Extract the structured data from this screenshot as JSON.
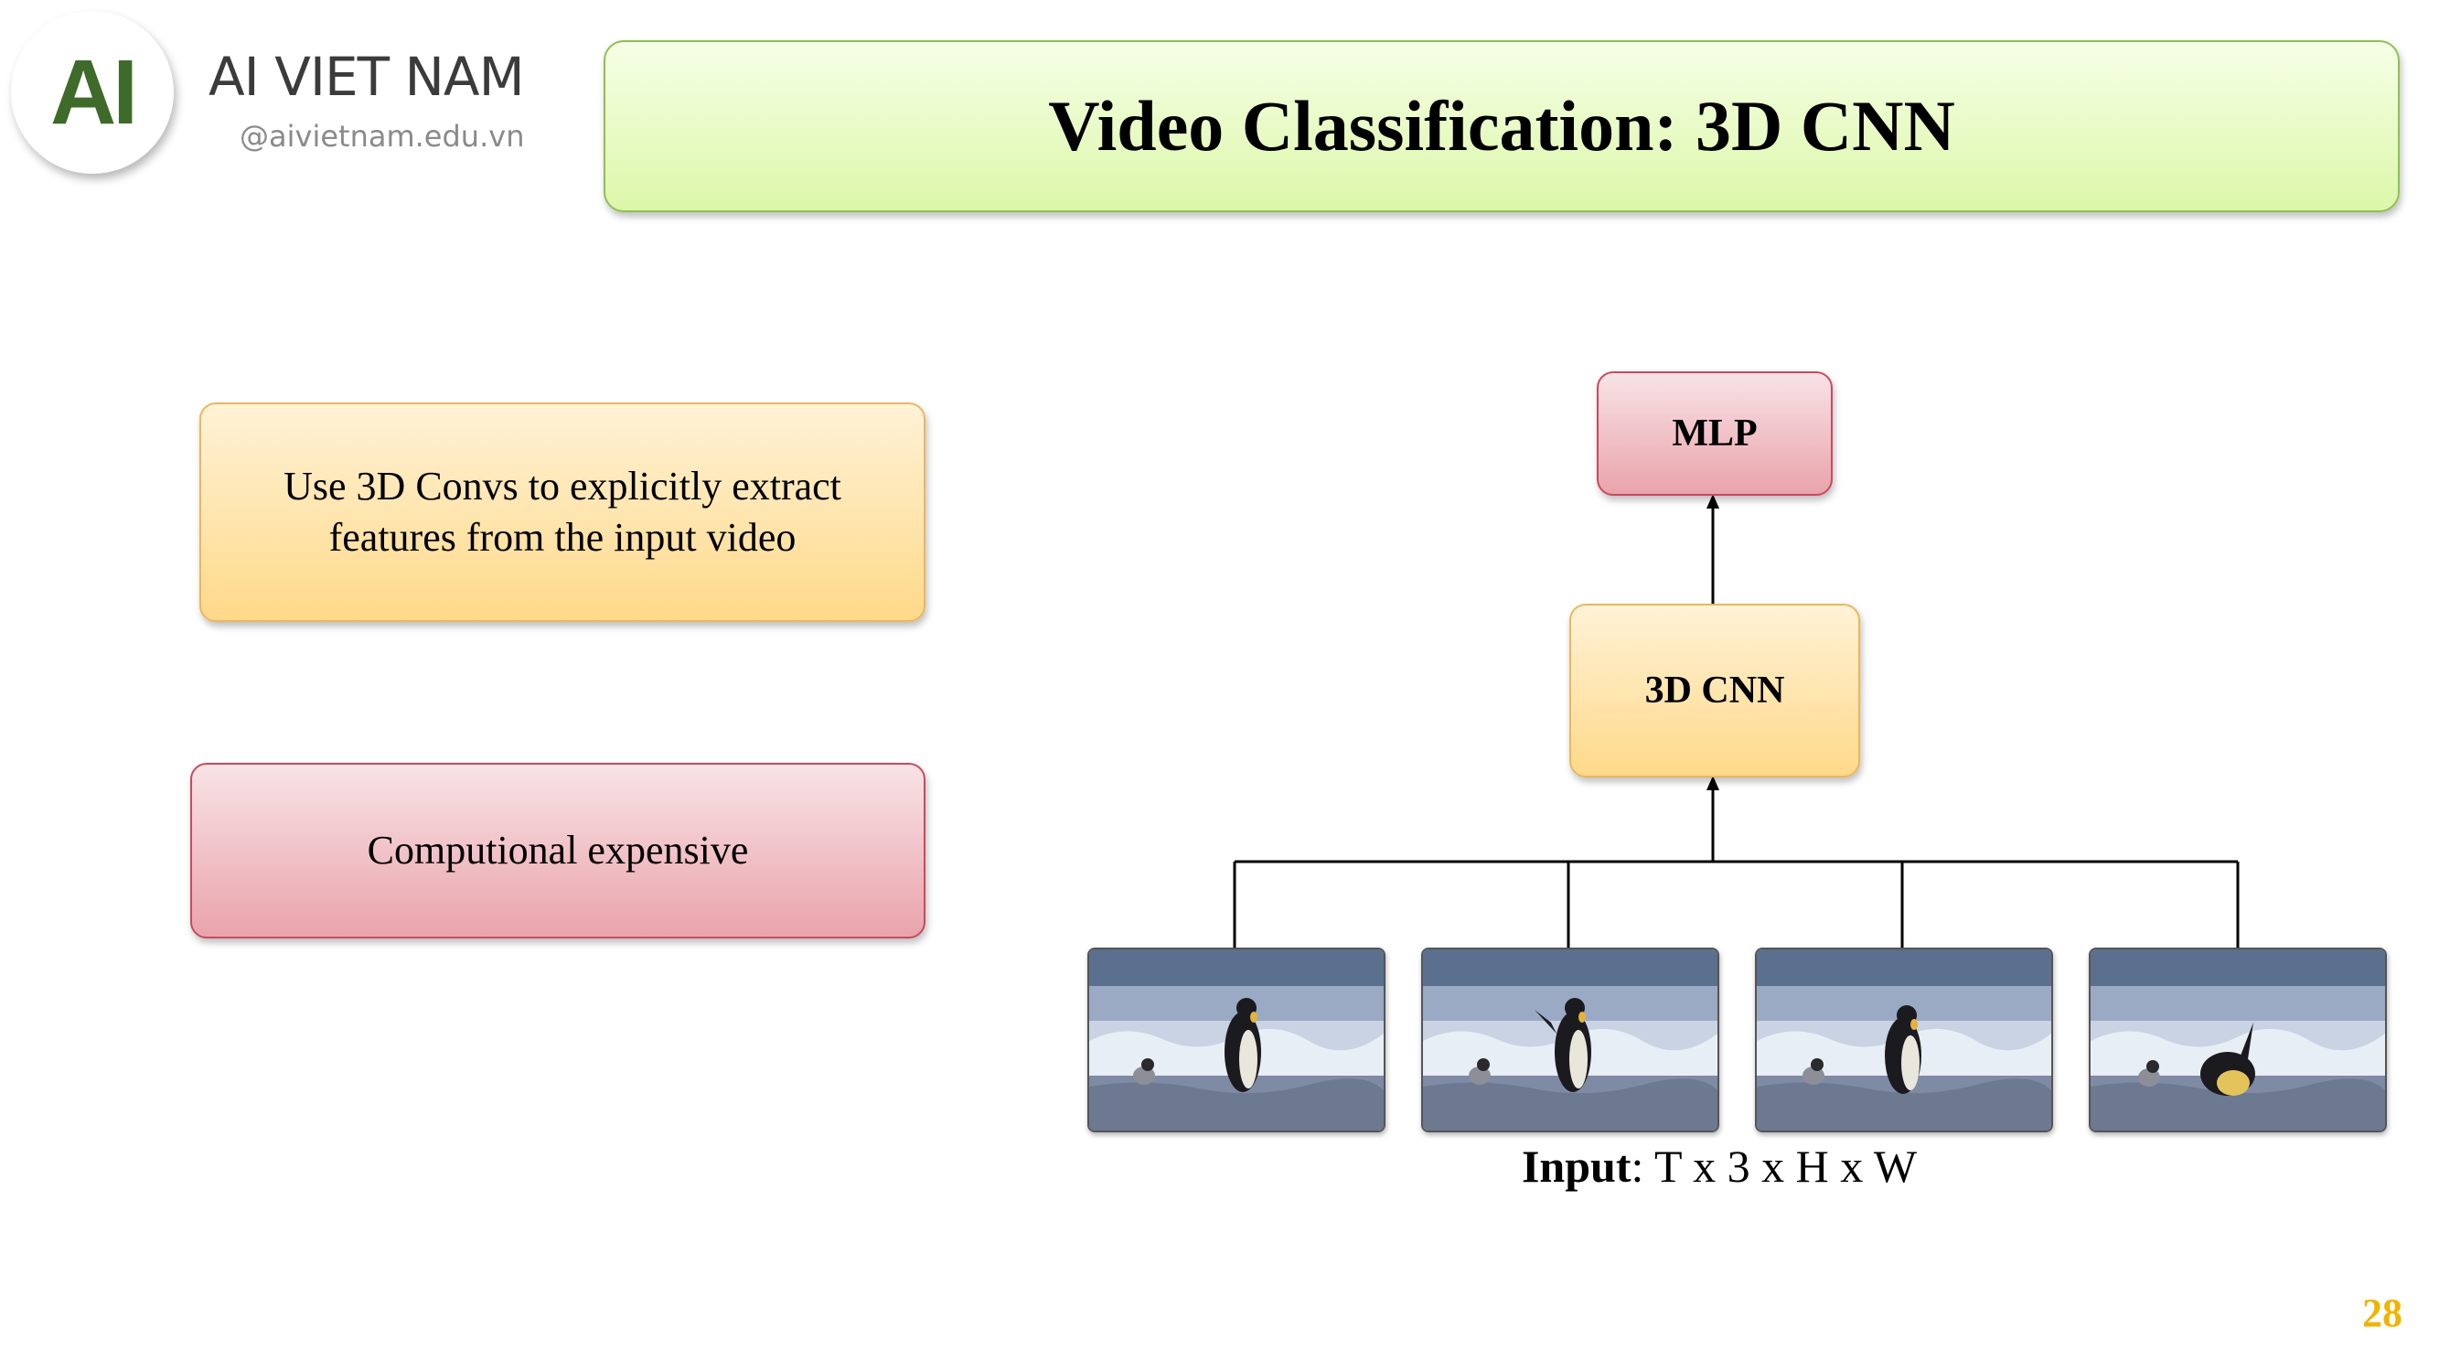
{
  "logo": {
    "mark": "AI",
    "name": "AI VIET NAM",
    "url": "@aivietnam.edu.vn"
  },
  "title": "Video Classification: 3D CNN",
  "left_boxes": {
    "explain_line1": "Use 3D Convs to explicitly extract",
    "explain_line2": "features from the input video",
    "cost": "Computional expensive"
  },
  "diagram": {
    "mlp_label": "MLP",
    "cnn_label": "3D CNN",
    "input_label_bold": "Input",
    "input_label_rest": ": T x 3 x H x W",
    "frames": [
      {
        "name": "video-frame-1"
      },
      {
        "name": "video-frame-2"
      },
      {
        "name": "video-frame-3"
      },
      {
        "name": "video-frame-4"
      }
    ]
  },
  "colors": {
    "title_green": "#dcf7a9",
    "yellow_box": "#ffd98a",
    "red_box": "#eaa3ab",
    "page_number": "#f0b400",
    "logo_green": "#3f6b2a"
  },
  "page_number": "28"
}
